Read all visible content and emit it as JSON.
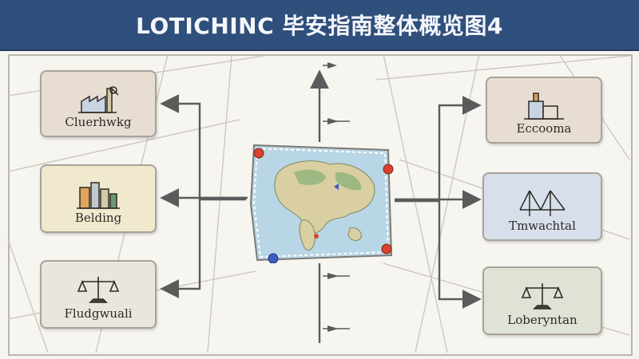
{
  "title": "LOTICHINC 毕安指南整体概览图4",
  "left_cards": [
    {
      "label": "Cluerhwkg",
      "icon": "factory-icon"
    },
    {
      "label": "Belding",
      "icon": "buildings-icon"
    },
    {
      "label": "Fludgwuali",
      "icon": "scales-icon"
    }
  ],
  "right_cards": [
    {
      "label": "Eccooma",
      "icon": "office-building-icon"
    },
    {
      "label": "Tmwachtal",
      "icon": "bridge-icon"
    },
    {
      "label": "Loberyntan",
      "icon": "scales-icon"
    }
  ],
  "center": {
    "icon": "world-map-icon"
  },
  "colors": {
    "title_bar": "#2f4f7c",
    "arrow": "#5b5b5b",
    "pin_red": "#d9412e",
    "pin_blue": "#3a5fc4"
  }
}
